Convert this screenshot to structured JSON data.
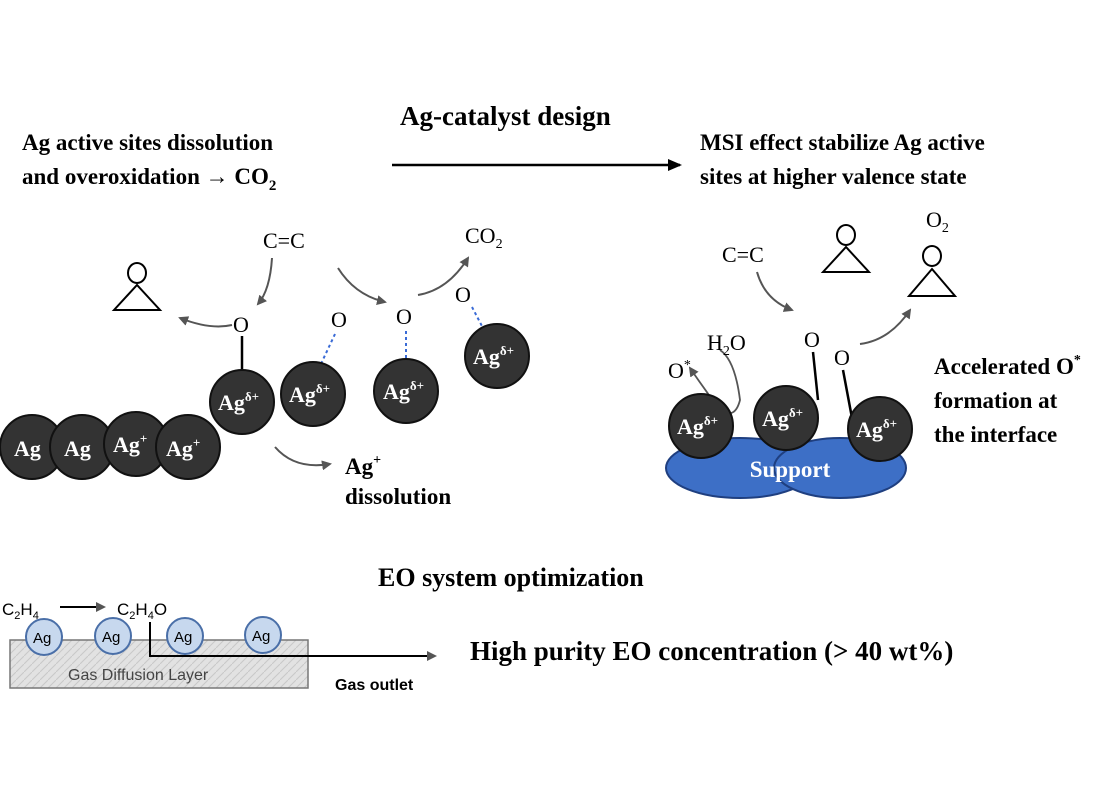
{
  "header": {
    "left_caption_line1": "Ag active sites dissolution",
    "left_caption_line2_pre": "and overoxidation → CO",
    "left_caption_line2_sub": "2",
    "center_title": "Ag-catalyst design",
    "right_caption_line1": "MSI effect stabilize Ag active",
    "right_caption_line2": "sites at higher valence state"
  },
  "left_scheme": {
    "alkene": "C=C",
    "co2_main": "CO",
    "co2_sub": "2",
    "oxygen": "O",
    "ag": "Ag",
    "ag_plus_main": "Ag",
    "ag_plus_sup": "+",
    "ag_delta_main": "Ag",
    "ag_delta_sup": "δ+",
    "dissolution_main": "Ag",
    "dissolution_sup": "+",
    "dissolution_label": "dissolution"
  },
  "right_scheme": {
    "alkene": "C=C",
    "o2_main": "O",
    "o2_sub": "2",
    "oxygen": "O",
    "h2o_pre": "H",
    "h2o_sub": "2",
    "h2o_post": "O",
    "ostar_main": "O",
    "ostar_sup": "*",
    "ag_delta_main": "Ag",
    "ag_delta_sup": "δ+",
    "support_label": "Support",
    "note_line1_main": "Accelerated O",
    "note_line1_sup": "*",
    "note_line2": "formation at",
    "note_line3": "the interface"
  },
  "bottom": {
    "title": "EO system optimization",
    "c2h4": {
      "c": "C",
      "c_sub": "2",
      "h": "H",
      "h_sub": "4"
    },
    "c2h4o": {
      "c": "C",
      "c_sub": "2",
      "h": "H",
      "h_sub": "4",
      "o": "O"
    },
    "ag_label": "Ag",
    "gdl_label": "Gas Diffusion Layer",
    "gas_outlet": "Gas outlet",
    "result": "High purity EO concentration (> 40 wt%)"
  },
  "colors": {
    "ag_sphere": "#333333",
    "support": "#3d6fc6",
    "bond_dotted": "#3a6bd6",
    "gdl_fill": "#dcdcdc",
    "ag_small_fill": "#c7d8ee",
    "ag_small_stroke": "#4a6fa8"
  }
}
